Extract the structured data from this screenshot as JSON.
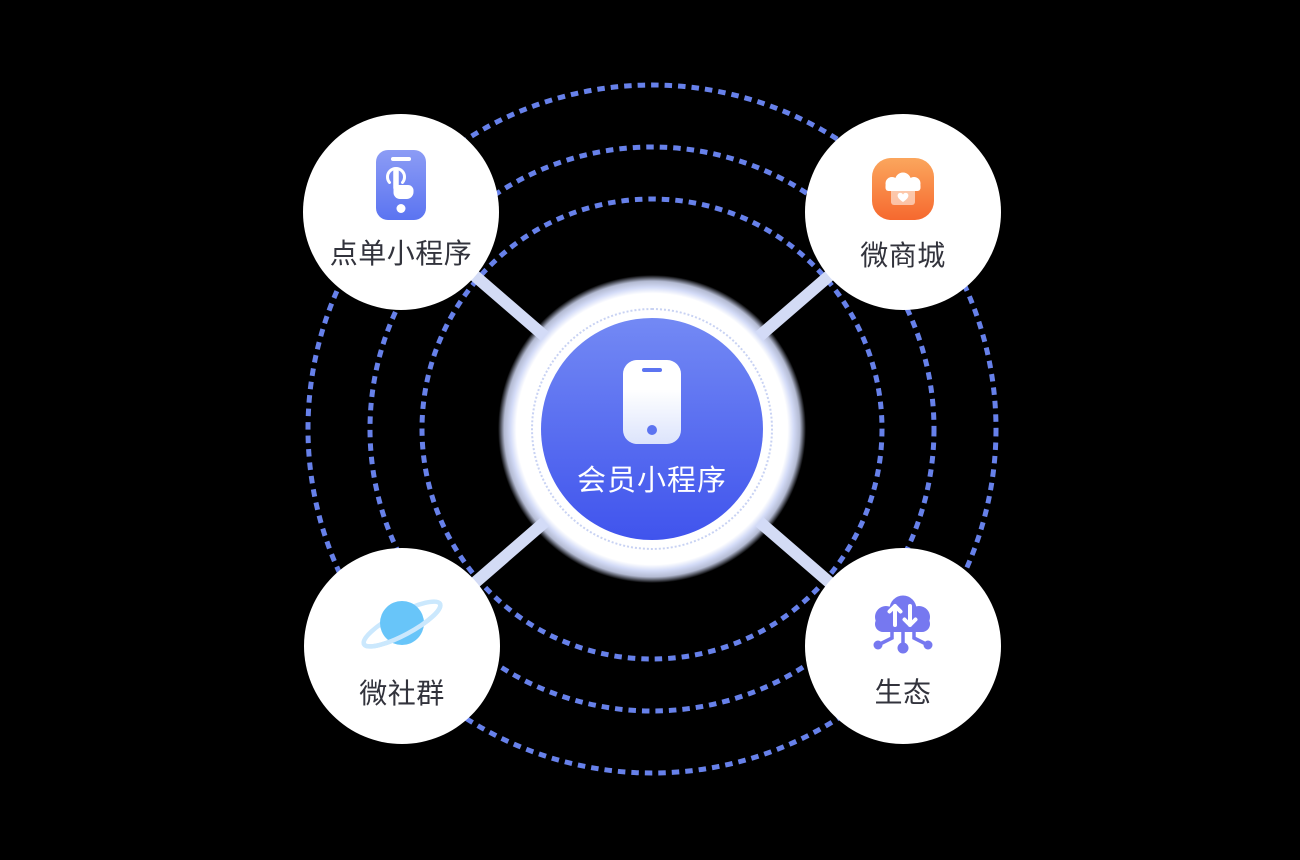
{
  "diagram": {
    "background_color": "#000000",
    "center": {
      "label": "会员小程序",
      "icon": "smartphone-icon",
      "circle_gradient_top": "#7389F4",
      "circle_gradient_bottom": "#4054ED",
      "label_color": "#FFFFFF"
    },
    "satellites": [
      {
        "id": "order-miniprogram",
        "position": "top-left",
        "label": "点单小程序",
        "icon": "tap-phone-icon",
        "icon_color_top": "#8C9CF5",
        "icon_color_bottom": "#5B74F1"
      },
      {
        "id": "micro-mall",
        "position": "top-right",
        "label": "微商城",
        "icon": "storefront-icon",
        "icon_color_top": "#FBA65D",
        "icon_color_bottom": "#F6692F"
      },
      {
        "id": "micro-community",
        "position": "bottom-left",
        "label": "微社群",
        "icon": "planet-icon",
        "icon_color_top": "#68C5F9",
        "icon_color_bottom": "#CBE8FD"
      },
      {
        "id": "ecosystem",
        "position": "bottom-right",
        "label": "生态",
        "icon": "eco-network-icon",
        "icon_color_top": "#7678F0",
        "icon_color_bottom": "#7678F0"
      }
    ],
    "style": {
      "orbit_dash_color": "#6781EA",
      "inner_dotted_ring_color": "#C8D2F3",
      "connector_color": "#D3DBF5",
      "node_fill": "#FFFFFF",
      "satellite_label_color": "#32333C"
    }
  }
}
